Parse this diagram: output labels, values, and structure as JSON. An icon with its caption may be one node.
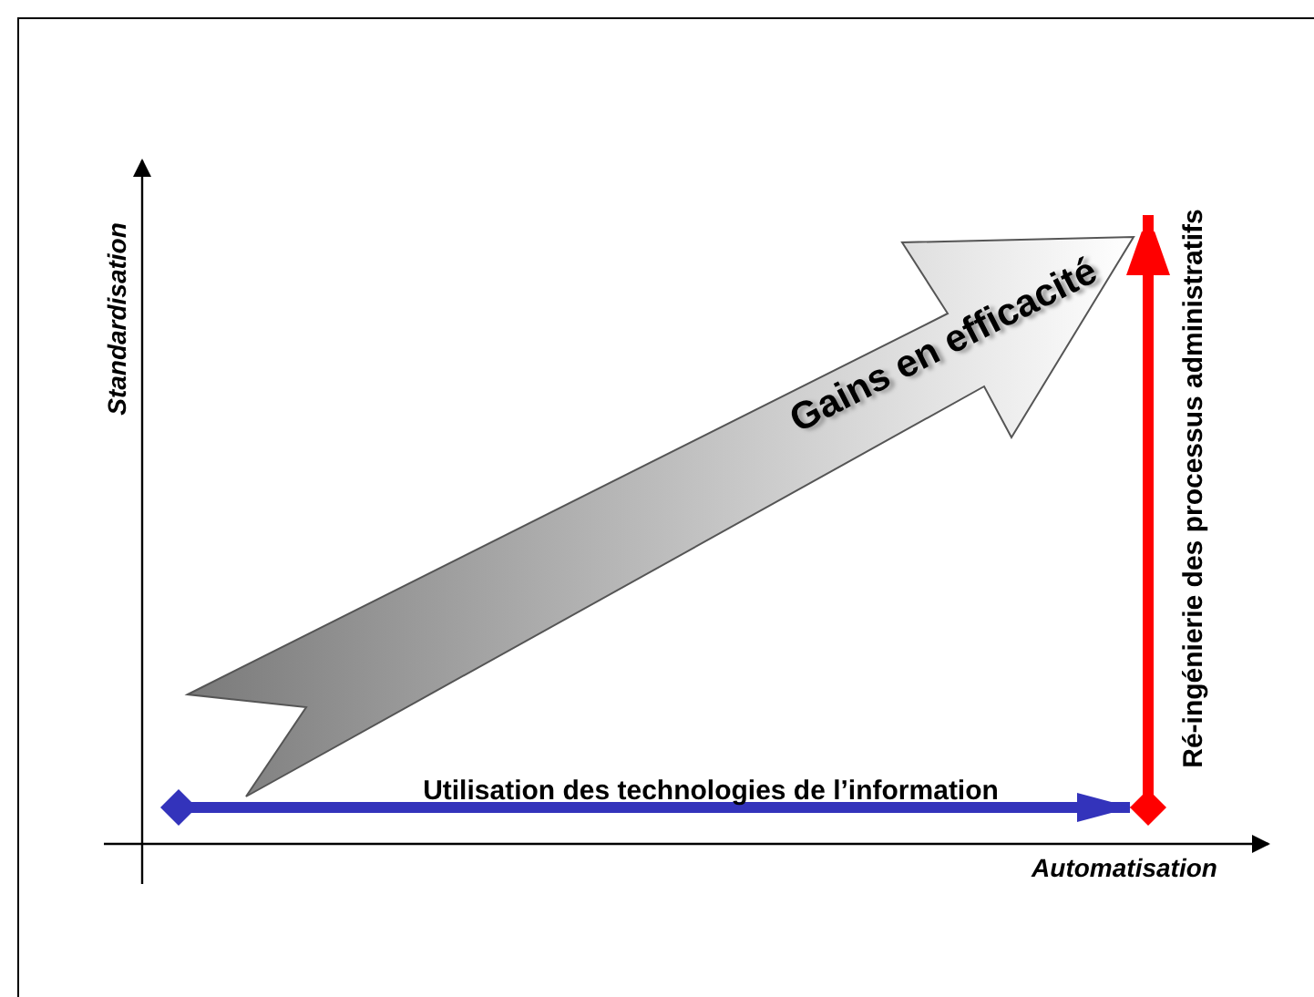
{
  "diagram": {
    "nodes": [
      {
        "text": [
          "Gains en efficacité"
        ]
      }
    ],
    "labels": [
      "Standardisation",
      "Utilisation des technologies de l’information",
      "Ré-ingénierie des processus administratifs",
      "Automatisation"
    ]
  }
}
